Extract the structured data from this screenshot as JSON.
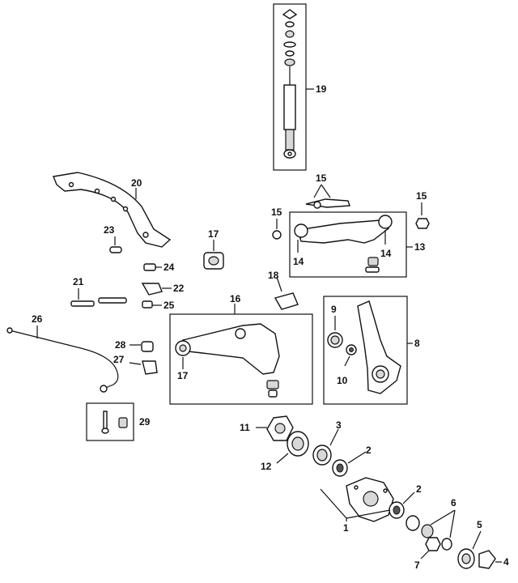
{
  "diagram": {
    "callouts": {
      "c1": "1",
      "c2a": "2",
      "c2b": "2",
      "c3": "3",
      "c4": "4",
      "c5": "5",
      "c6": "6",
      "c7": "7",
      "c8": "8",
      "c9": "9",
      "c10": "10",
      "c11": "11",
      "c12": "12",
      "c13": "13",
      "c14a": "14",
      "c14b": "14",
      "c15a": "15",
      "c15b": "15",
      "c15c": "15",
      "c16": "16",
      "c17a": "17",
      "c17b": "17",
      "c18": "18",
      "c19": "19",
      "c20": "20",
      "c21": "21",
      "c22": "22",
      "c23": "23",
      "c24": "24",
      "c25": "25",
      "c26": "26",
      "c27": "27",
      "c28": "28",
      "c29": "29"
    }
  }
}
